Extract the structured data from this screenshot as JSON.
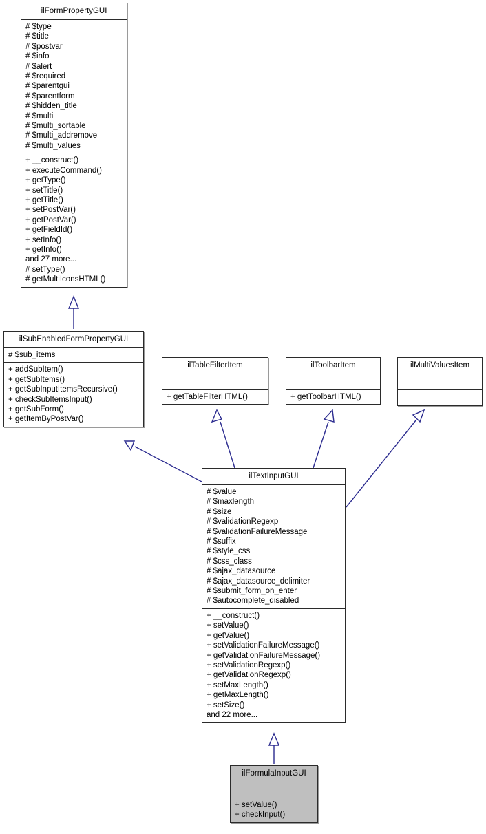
{
  "diagram": {
    "type": "uml-class-inheritance",
    "classes": [
      {
        "id": "ilFormPropertyGUI",
        "name": "ilFormPropertyGUI",
        "highlighted": false,
        "attributes": [
          "# $type",
          "# $title",
          "# $postvar",
          "# $info",
          "# $alert",
          "# $required",
          "# $parentgui",
          "# $parentform",
          "# $hidden_title",
          "# $multi",
          "# $multi_sortable",
          "# $multi_addremove",
          "# $multi_values"
        ],
        "methods": [
          "+ __construct()",
          "+ executeCommand()",
          "+ getType()",
          "+ setTitle()",
          "+ getTitle()",
          "+ setPostVar()",
          "+ getPostVar()",
          "+ getFieldId()",
          "+ setInfo()",
          "+ getInfo()",
          "and 27 more...",
          "# setType()",
          "# getMultiIconsHTML()"
        ]
      },
      {
        "id": "ilSubEnabledFormPropertyGUI",
        "name": "ilSubEnabledFormPropertyGUI",
        "highlighted": false,
        "attributes": [
          "# $sub_items"
        ],
        "methods": [
          "+ addSubItem()",
          "+ getSubItems()",
          "+ getSubInputItemsRecursive()",
          "+ checkSubItemsInput()",
          "+ getSubForm()",
          "+ getItemByPostVar()"
        ]
      },
      {
        "id": "ilTableFilterItem",
        "name": "ilTableFilterItem",
        "highlighted": false,
        "attributes": [],
        "methods": [
          "+ getTableFilterHTML()"
        ]
      },
      {
        "id": "ilToolbarItem",
        "name": "ilToolbarItem",
        "highlighted": false,
        "attributes": [],
        "methods": [
          "+ getToolbarHTML()"
        ]
      },
      {
        "id": "ilMultiValuesItem",
        "name": "ilMultiValuesItem",
        "highlighted": false,
        "attributes": [],
        "methods": []
      },
      {
        "id": "ilTextInputGUI",
        "name": "ilTextInputGUI",
        "highlighted": false,
        "attributes": [
          "# $value",
          "# $maxlength",
          "# $size",
          "# $validationRegexp",
          "# $validationFailureMessage",
          "# $suffix",
          "# $style_css",
          "# $css_class",
          "# $ajax_datasource",
          "# $ajax_datasource_delimiter",
          "# $submit_form_on_enter",
          "# $autocomplete_disabled"
        ],
        "methods": [
          "+ __construct()",
          "+ setValue()",
          "+ getValue()",
          "+ setValidationFailureMessage()",
          "+ getValidationFailureMessage()",
          "+ setValidationRegexp()",
          "+ getValidationRegexp()",
          "+ setMaxLength()",
          "+ getMaxLength()",
          "+ setSize()",
          "and 22 more..."
        ]
      },
      {
        "id": "ilFormulaInputGUI",
        "name": "ilFormulaInputGUI",
        "highlighted": true,
        "attributes": [],
        "methods": [
          "+ setValue()",
          "+ checkInput()"
        ]
      }
    ],
    "relations": [
      {
        "from": "ilSubEnabledFormPropertyGUI",
        "to": "ilFormPropertyGUI",
        "kind": "inheritance"
      },
      {
        "from": "ilTextInputGUI",
        "to": "ilSubEnabledFormPropertyGUI",
        "kind": "inheritance"
      },
      {
        "from": "ilTextInputGUI",
        "to": "ilTableFilterItem",
        "kind": "inheritance"
      },
      {
        "from": "ilTextInputGUI",
        "to": "ilToolbarItem",
        "kind": "inheritance"
      },
      {
        "from": "ilTextInputGUI",
        "to": "ilMultiValuesItem",
        "kind": "inheritance"
      },
      {
        "from": "ilFormulaInputGUI",
        "to": "ilTextInputGUI",
        "kind": "inheritance"
      }
    ],
    "colors": {
      "box_border": "#2b2b2b",
      "box_fill": "#ffffff",
      "highlight_fill": "#bfbfbf",
      "edge": "#2b2b8f",
      "text": "#000000"
    }
  }
}
